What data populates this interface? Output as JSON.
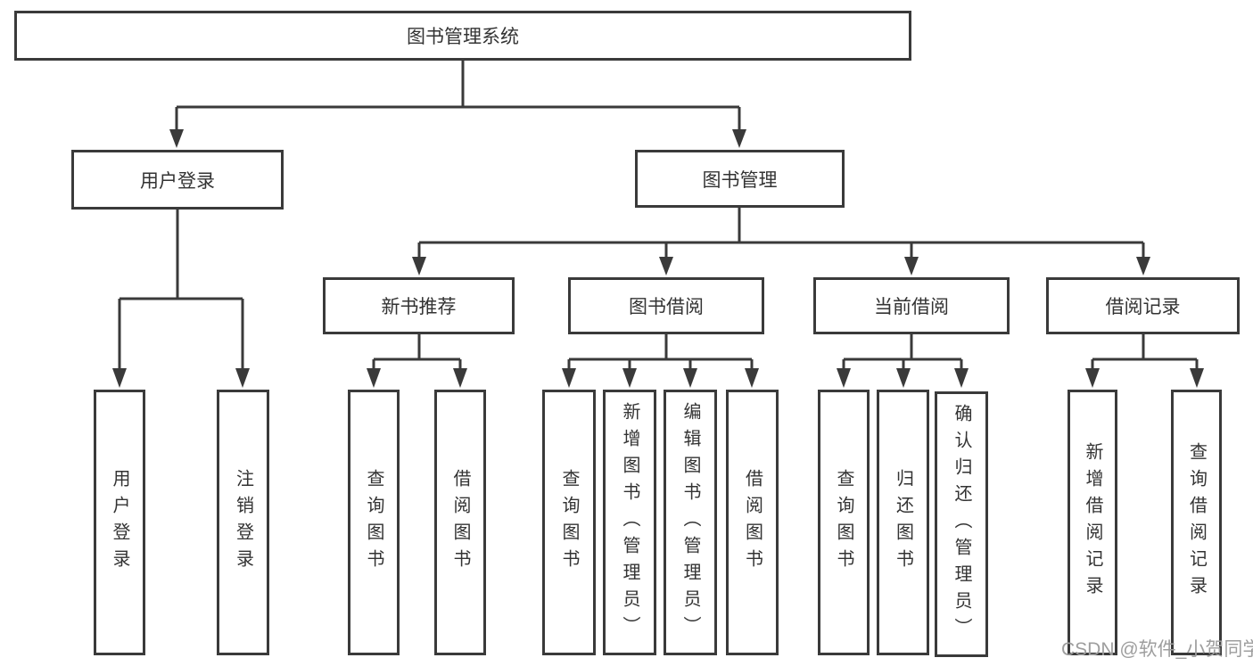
{
  "tree": {
    "root": {
      "label": "图书管理系统"
    },
    "children": [
      {
        "label": "用户登录",
        "children": [
          {
            "label": "用户登录"
          },
          {
            "label": "注销登录"
          }
        ]
      },
      {
        "label": "图书管理",
        "children": [
          {
            "label": "新书推荐",
            "children": [
              {
                "label": "查询图书"
              },
              {
                "label": "借阅图书"
              }
            ]
          },
          {
            "label": "图书借阅",
            "children": [
              {
                "label": "查询图书"
              },
              {
                "label": "新增图书（管理员）"
              },
              {
                "label": "编辑图书（管理员）"
              },
              {
                "label": "借阅图书"
              }
            ]
          },
          {
            "label": "当前借阅",
            "children": [
              {
                "label": "查询图书"
              },
              {
                "label": "归还图书"
              },
              {
                "label": "确认归还（管理员）"
              }
            ]
          },
          {
            "label": "借阅记录",
            "children": [
              {
                "label": "新增借阅记录"
              },
              {
                "label": "查询借阅记录"
              }
            ]
          }
        ]
      }
    ]
  },
  "watermark": {
    "text": "CSDN @软件_小贺同学"
  },
  "colors": {
    "line": "#3a3a3a",
    "box_border": "#3a3a3a",
    "text": "#333333",
    "background": "#ffffff",
    "watermark_text": "#9e9e9e"
  }
}
